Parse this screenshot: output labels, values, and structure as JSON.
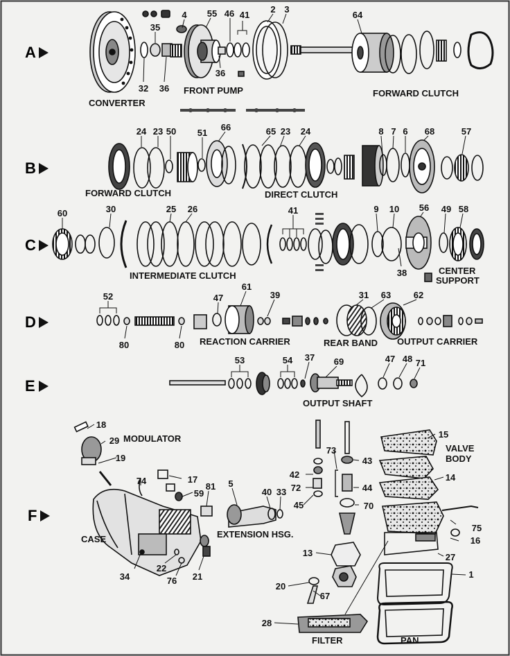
{
  "rows": [
    {
      "letter": "A"
    },
    {
      "letter": "B"
    },
    {
      "letter": "C"
    },
    {
      "letter": "D"
    },
    {
      "letter": "E"
    },
    {
      "letter": "F"
    }
  ],
  "titles": {
    "converter": "CONVERTER",
    "front_pump": "FRONT PUMP",
    "forward_clutch_a": "FORWARD CLUTCH",
    "forward_clutch_b": "FORWARD CLUTCH",
    "direct_clutch": "DIRECT CLUTCH",
    "intermediate_clutch": "INTERMEDIATE CLUTCH",
    "center_support_1": "CENTER",
    "center_support_2": "SUPPORT",
    "reaction_carrier": "REACTION CARRIER",
    "rear_band": "REAR BAND",
    "output_carrier": "OUTPUT CARRIER",
    "output_shaft": "OUTPUT SHAFT",
    "modulator": "MODULATOR",
    "valve_body_1": "VALVE",
    "valve_body_2": "BODY",
    "case": "CASE",
    "extension_hsg": "EXTENSION HSG.",
    "filter": "FILTER",
    "pan": "PAN"
  },
  "callouts": {
    "a": [
      "4",
      "55",
      "46",
      "41",
      "2",
      "3",
      "64",
      "35",
      "32",
      "36",
      "36"
    ],
    "b": [
      "24",
      "23",
      "50",
      "51",
      "66",
      "65",
      "23",
      "24",
      "8",
      "7",
      "6",
      "68",
      "57"
    ],
    "c": [
      "60",
      "30",
      "25",
      "26",
      "41",
      "9",
      "10",
      "56",
      "49",
      "58",
      "38"
    ],
    "d": [
      "52",
      "80",
      "80",
      "47",
      "61",
      "39",
      "31",
      "63",
      "62"
    ],
    "e": [
      "53",
      "54",
      "37",
      "69",
      "47",
      "48",
      "71"
    ],
    "f": [
      "18",
      "29",
      "19",
      "74",
      "17",
      "59",
      "81",
      "5",
      "40",
      "33",
      "34",
      "22",
      "76",
      "21",
      "15",
      "14",
      "75",
      "16",
      "27",
      "1",
      "43",
      "73",
      "42",
      "72",
      "44",
      "45",
      "70",
      "13",
      "20",
      "67",
      "28"
    ]
  }
}
